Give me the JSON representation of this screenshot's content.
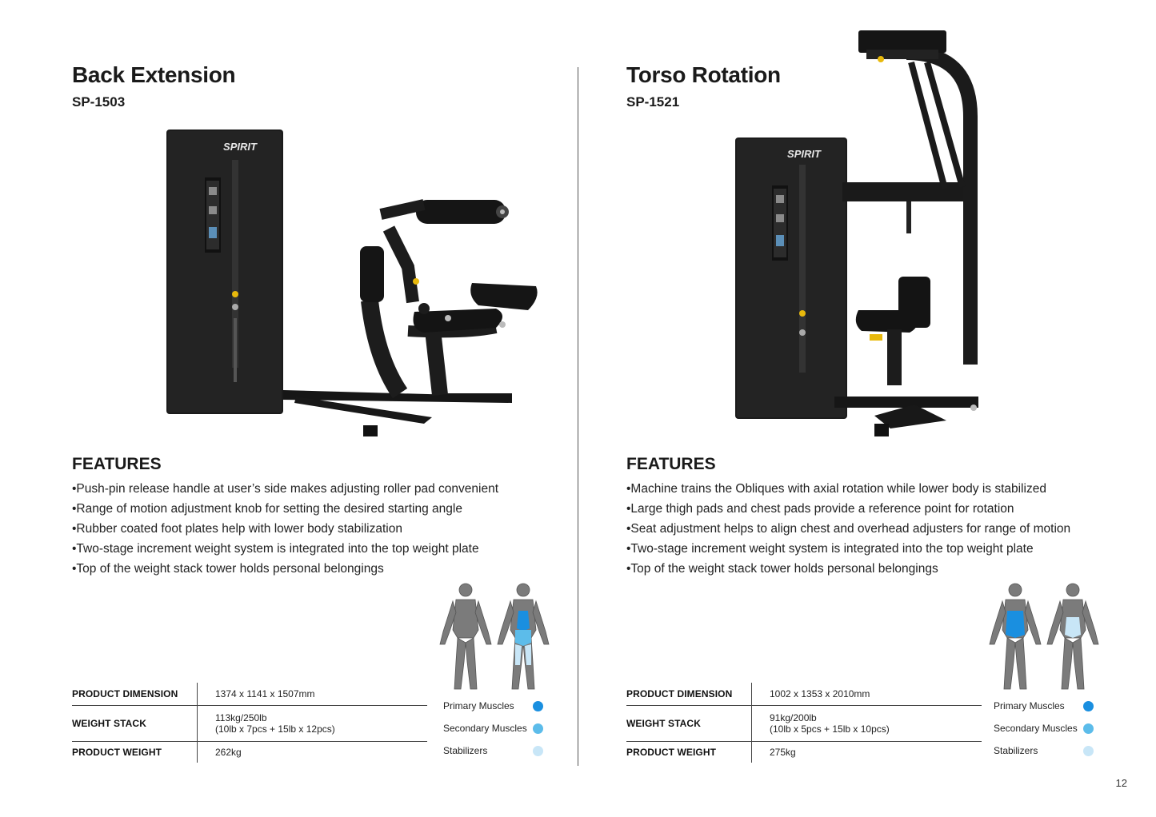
{
  "page_number": "12",
  "colors": {
    "primary_muscle": "#1a8fe0",
    "secondary_muscle": "#5cbcea",
    "stabilizer_muscle": "#c8e6f7",
    "machine": "#1b1b1b",
    "accent": "#e8b90c"
  },
  "legend": {
    "primary": "Primary Muscles",
    "secondary": "Secondary Muscles",
    "stabilizers": "Stabilizers"
  },
  "products": [
    {
      "title": "Back Extension",
      "model": "SP-1503",
      "brand": "SPIRIT",
      "features_heading": "FEATURES",
      "features": [
        "•Push-pin release handle at user’s side makes adjusting roller pad convenient",
        "•Range of motion adjustment knob for setting the desired starting angle",
        "•Rubber coated foot plates help with lower body stabilization",
        "•Two-stage increment weight system is integrated into the top weight plate",
        "•Top of the weight stack tower holds personal belongings"
      ],
      "specs": {
        "dimension_label": "PRODUCT DIMENSION",
        "dimension_value": "1374 x 1141 x 1507mm",
        "weight_stack_label": "WEIGHT STACK",
        "weight_stack_value_1": "113kg/250lb",
        "weight_stack_value_2": "(10lb x 7pcs + 15lb x 12pcs)",
        "product_weight_label": "PRODUCT WEIGHT",
        "product_weight_value": "262kg"
      }
    },
    {
      "title": "Torso Rotation",
      "model": "SP-1521",
      "brand": "SPIRIT",
      "features_heading": "FEATURES",
      "features": [
        "•Machine trains the Obliques with axial rotation while lower body is stabilized",
        "•Large thigh pads and chest pads provide a reference point for rotation",
        "•Seat adjustment helps to align chest and overhead adjusters for range of motion",
        "•Two-stage increment weight system is integrated into the top weight plate",
        "•Top of the weight stack tower holds personal belongings"
      ],
      "specs": {
        "dimension_label": "PRODUCT DIMENSION",
        "dimension_value": "1002 x 1353 x 2010mm",
        "weight_stack_label": "WEIGHT STACK",
        "weight_stack_value_1": "91kg/200lb",
        "weight_stack_value_2": "(10lb x 5pcs + 15lb x 10pcs)",
        "product_weight_label": "PRODUCT WEIGHT",
        "product_weight_value": "275kg"
      }
    }
  ]
}
